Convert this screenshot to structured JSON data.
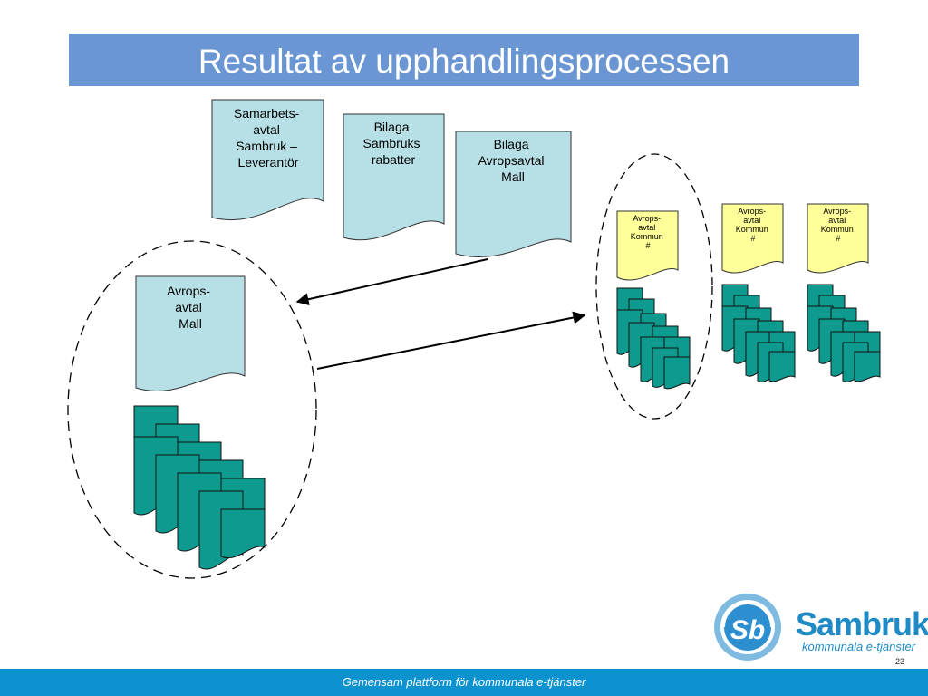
{
  "slide": {
    "title": "Resultat av upphandlingsprocessen",
    "footer": "Gemensam plattform för kommunala e-tjänster",
    "page_number": "23"
  },
  "documents": {
    "samarbetsavtal": [
      "Samarbets-",
      "avtal",
      "Sambruk –",
      "Leverantör"
    ],
    "bilaga_rabatter": [
      "Bilaga",
      "Sambruks",
      "rabatter"
    ],
    "bilaga_avropsavtal": [
      "Bilaga",
      "Avropsavtal",
      "Mall"
    ],
    "avropsavtal_mall": [
      "Avrops-",
      "avtal",
      "Mall"
    ],
    "kommun_avtal": [
      "Avrops-",
      "avtal",
      "Kommun",
      "#"
    ]
  },
  "logo": {
    "monogram": "Sb",
    "name": "Sambruk",
    "tagline": "kommunala e-tjänster"
  },
  "colors": {
    "title_bar": "#6b96d4",
    "footer_bar": "#0d92d0",
    "document_blue": "#b7dfe6",
    "document_yellow": "#ffff99",
    "stack_teal": "#0e9a8e",
    "brand": "#1e8ac6"
  }
}
